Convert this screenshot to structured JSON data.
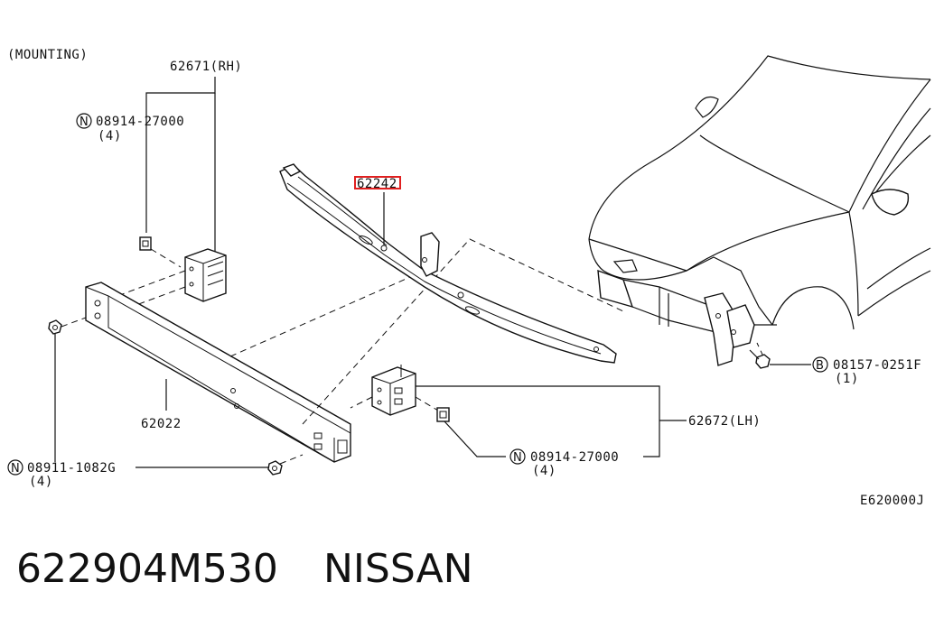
{
  "labels": {
    "mounting": "(MOUNTING)",
    "rh_bracket": "62671(RH)",
    "rh_nut_part": "08914-27000",
    "rh_nut_qty": "(4)",
    "support": "62242",
    "bolt_part": "08157-0251F",
    "bolt_qty": "(1)",
    "reinforcement": "62022",
    "lh_bracket": "62672(LH)",
    "lh_nut_part": "08914-27000",
    "lh_nut_qty": "(4)",
    "bolt2_part": "08911-1082G",
    "bolt2_qty": "(4)",
    "diagram_code": "E620000J"
  },
  "symbols": {
    "n": "N",
    "b": "B"
  },
  "footer": {
    "part_number": "622904M530",
    "brand": "NISSAN"
  }
}
